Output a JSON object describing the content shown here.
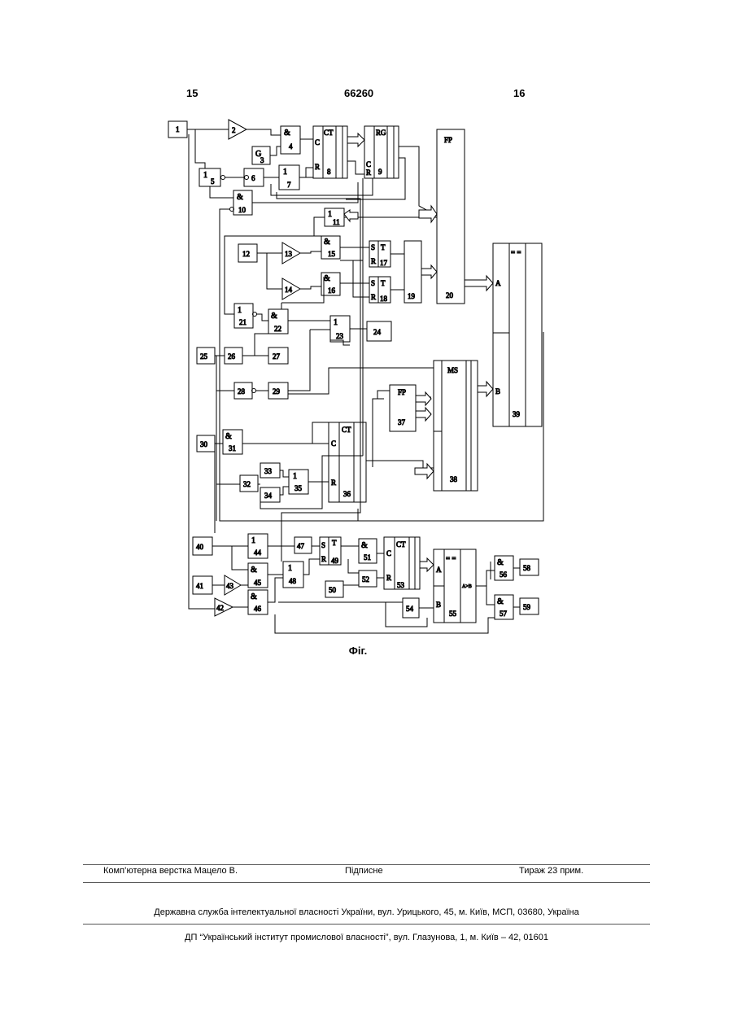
{
  "header": {
    "page_left": "15",
    "patent_number": "66260",
    "page_right": "16"
  },
  "figure": {
    "caption": "Фіг.",
    "blocks": {
      "b1": "1",
      "b2": "2",
      "b3": "3",
      "b4": "4",
      "b5": "5",
      "b6": "6",
      "b7": "7",
      "b8": "8",
      "b9": "9",
      "b10": "10",
      "b11": "11",
      "b12": "12",
      "b13": "13",
      "b14": "14",
      "b15": "15",
      "b16": "16",
      "b17": "17",
      "b18": "18",
      "b19": "19",
      "b20": "20",
      "b21": "21",
      "b22": "22",
      "b23": "23",
      "b24": "24",
      "b25": "25",
      "b26": "26",
      "b27": "27",
      "b28": "28",
      "b29": "29",
      "b30": "30",
      "b31": "31",
      "b32": "32",
      "b33": "33",
      "b34": "34",
      "b35": "35",
      "b36": "36",
      "b37": "37",
      "b38": "38",
      "b39": "39",
      "b40": "40",
      "b41": "41",
      "b42": "42",
      "b43": "43",
      "b44": "44",
      "b45": "45",
      "b46": "46",
      "b47": "47",
      "b48": "48",
      "b49": "49",
      "b50": "50",
      "b51": "51",
      "b52": "52",
      "b53": "53",
      "b54": "54",
      "b55": "55",
      "b56": "56",
      "b57": "57",
      "b58": "58",
      "b59": "59"
    },
    "labels": {
      "and": "&",
      "or": "1",
      "ct": "CT",
      "rg": "RG",
      "g": "G",
      "fp": "FP",
      "ms": "MS",
      "t": "T",
      "s": "S",
      "r": "R",
      "c": "C",
      "a": "A",
      "b": "B",
      "eq": "= =",
      "agtb": "A>B"
    }
  },
  "footer": {
    "layout_by": "Комп’ютерна верстка Мацело В.",
    "signed": "Підписне",
    "circulation": "Тираж 23 прим.",
    "agency": "Державна служба інтелектуальної власності України, вул. Урицького, 45, м. Київ, МСП, 03680, Україна",
    "institute": "ДП “Український інститут промислової власності”, вул. Глазунова, 1, м. Київ – 42, 01601"
  }
}
